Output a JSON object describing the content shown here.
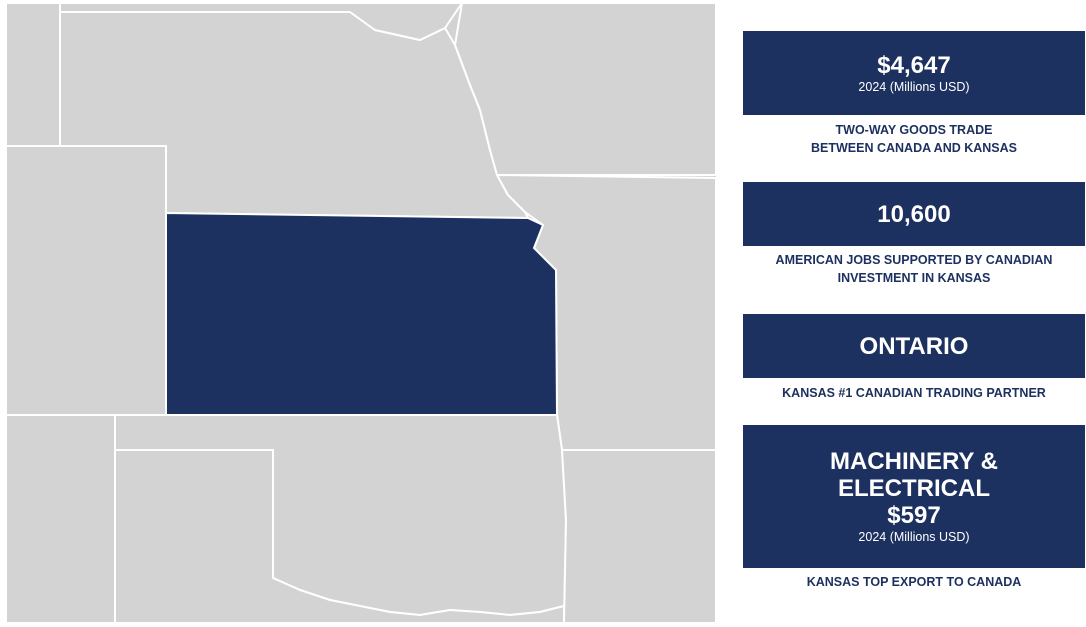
{
  "colors": {
    "highlight_state": "#1d3160",
    "other_states": "#d3d3d3",
    "borders": "#ffffff",
    "accent": "#1d3160"
  },
  "map": {
    "highlighted_state": "Kansas"
  },
  "stats": [
    {
      "value": "$4,647",
      "sub": "2024 (Millions USD)",
      "caption": "TWO-WAY GOODS TRADE BETWEEN CANADA AND KANSAS"
    },
    {
      "value": "10,600",
      "caption": "AMERICAN JOBS SUPPORTED BY CANADIAN INVESTMENT IN KANSAS"
    },
    {
      "value": "ONTARIO",
      "caption": "KANSAS #1 CANADIAN TRADING PARTNER"
    },
    {
      "value_line1": "MACHINERY &",
      "value_line2": "ELECTRICAL",
      "value_line3": "$597",
      "sub": "2024 (Millions USD)",
      "caption": "KANSAS TOP EXPORT TO CANADA"
    }
  ]
}
